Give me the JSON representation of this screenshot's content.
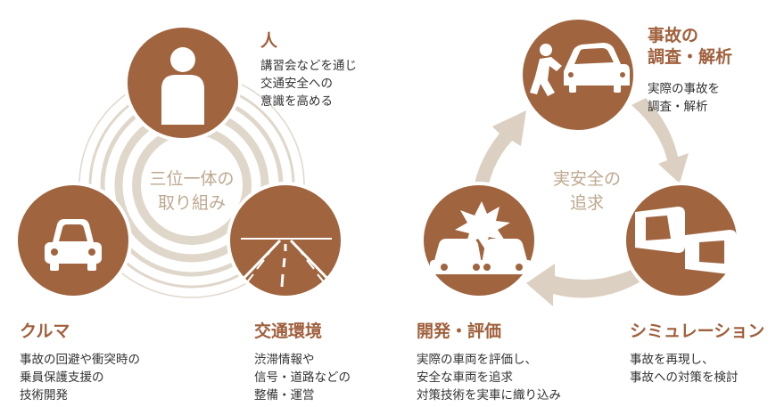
{
  "colors": {
    "brown": "#a0643f",
    "ring": "#e0d7cb",
    "arrow": "#dbd0c1",
    "title": "#a0603c",
    "center_text": "#bda98f"
  },
  "left": {
    "center_label": [
      "三位一体の",
      "取り組み"
    ],
    "nodes": [
      {
        "id": "person",
        "icon": "person-icon",
        "title": "人",
        "desc": [
          "講習会などを通じ",
          "交通安全への",
          "意識を高める"
        ]
      },
      {
        "id": "car",
        "icon": "car-icon",
        "title": "クルマ",
        "desc": [
          "事故の回避や衝突時の",
          "乗員保護支援の",
          "技術開発"
        ]
      },
      {
        "id": "road",
        "icon": "road-icon",
        "title": "交通環境",
        "desc": [
          "渋滞情報や",
          "信号・道路などの",
          "整備・運営"
        ]
      }
    ]
  },
  "right": {
    "center_label": [
      "実安全の",
      "追求"
    ],
    "nodes": [
      {
        "id": "investigation",
        "icon": "accident-investigation-icon",
        "title": [
          "事故の",
          "調査・解析"
        ],
        "desc": [
          "実際の事故を",
          "調査・解析"
        ]
      },
      {
        "id": "simulation",
        "icon": "simulation-cars-icon",
        "title": "シミュレーション",
        "desc": [
          "事故を再現し、",
          "事故への対策を検討"
        ]
      },
      {
        "id": "development",
        "icon": "crash-evaluation-icon",
        "title": "開発・評価",
        "desc": [
          "実際の車両を評価し、",
          "安全な車両を追求",
          "対策技術を実車に織り込み"
        ]
      }
    ]
  }
}
